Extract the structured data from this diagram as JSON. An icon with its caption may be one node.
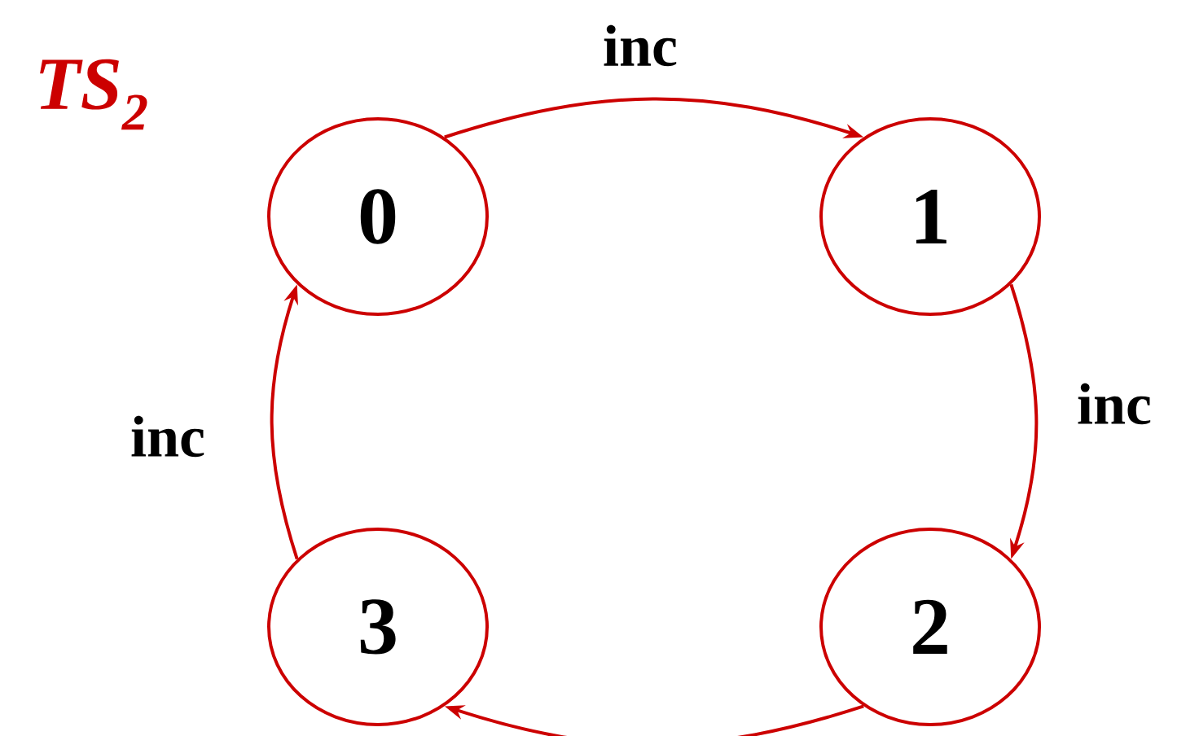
{
  "diagram": {
    "title": "TS$_{2}$",
    "nodes": [
      {
        "text": [
          "0"
        ]
      },
      {
        "text": [
          "1"
        ]
      },
      {
        "text": [
          "2"
        ]
      },
      {
        "text": [
          "3"
        ]
      }
    ],
    "edges": [
      {
        "from": 0,
        "to": 1,
        "arrow": "to",
        "label": "inc"
      },
      {
        "from": 1,
        "to": 2,
        "arrow": "to",
        "label": "inc"
      },
      {
        "from": 2,
        "to": 3,
        "arrow": "to"
      },
      {
        "from": 3,
        "to": 0,
        "arrow": "to",
        "label": "inc"
      }
    ]
  }
}
